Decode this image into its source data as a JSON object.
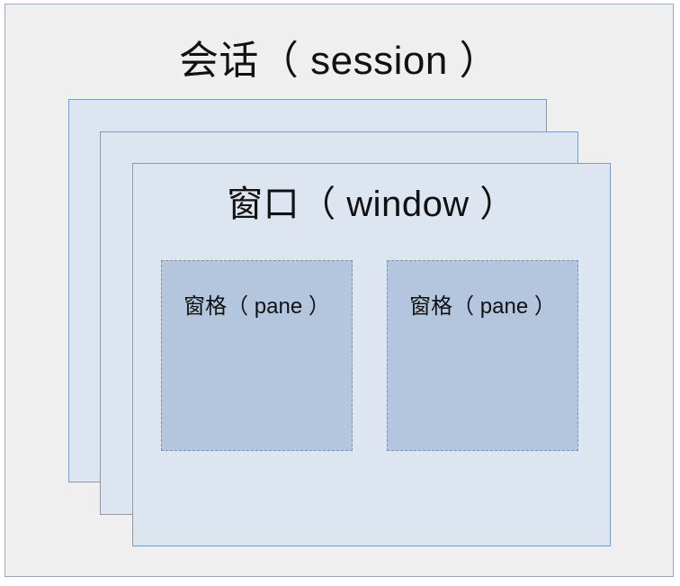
{
  "session": {
    "title": "会话（ session ）"
  },
  "window": {
    "title": "窗口（ window ）"
  },
  "panes": [
    {
      "title": "窗格（ pane ）"
    },
    {
      "title": "窗格（ pane ）"
    }
  ],
  "colors": {
    "session_fill": "#efefef",
    "window_fill": "#dde5f0",
    "window_border": "#7f9ac3",
    "pane_fill": "#b4c6de",
    "pane_border": "#7d93b5"
  }
}
